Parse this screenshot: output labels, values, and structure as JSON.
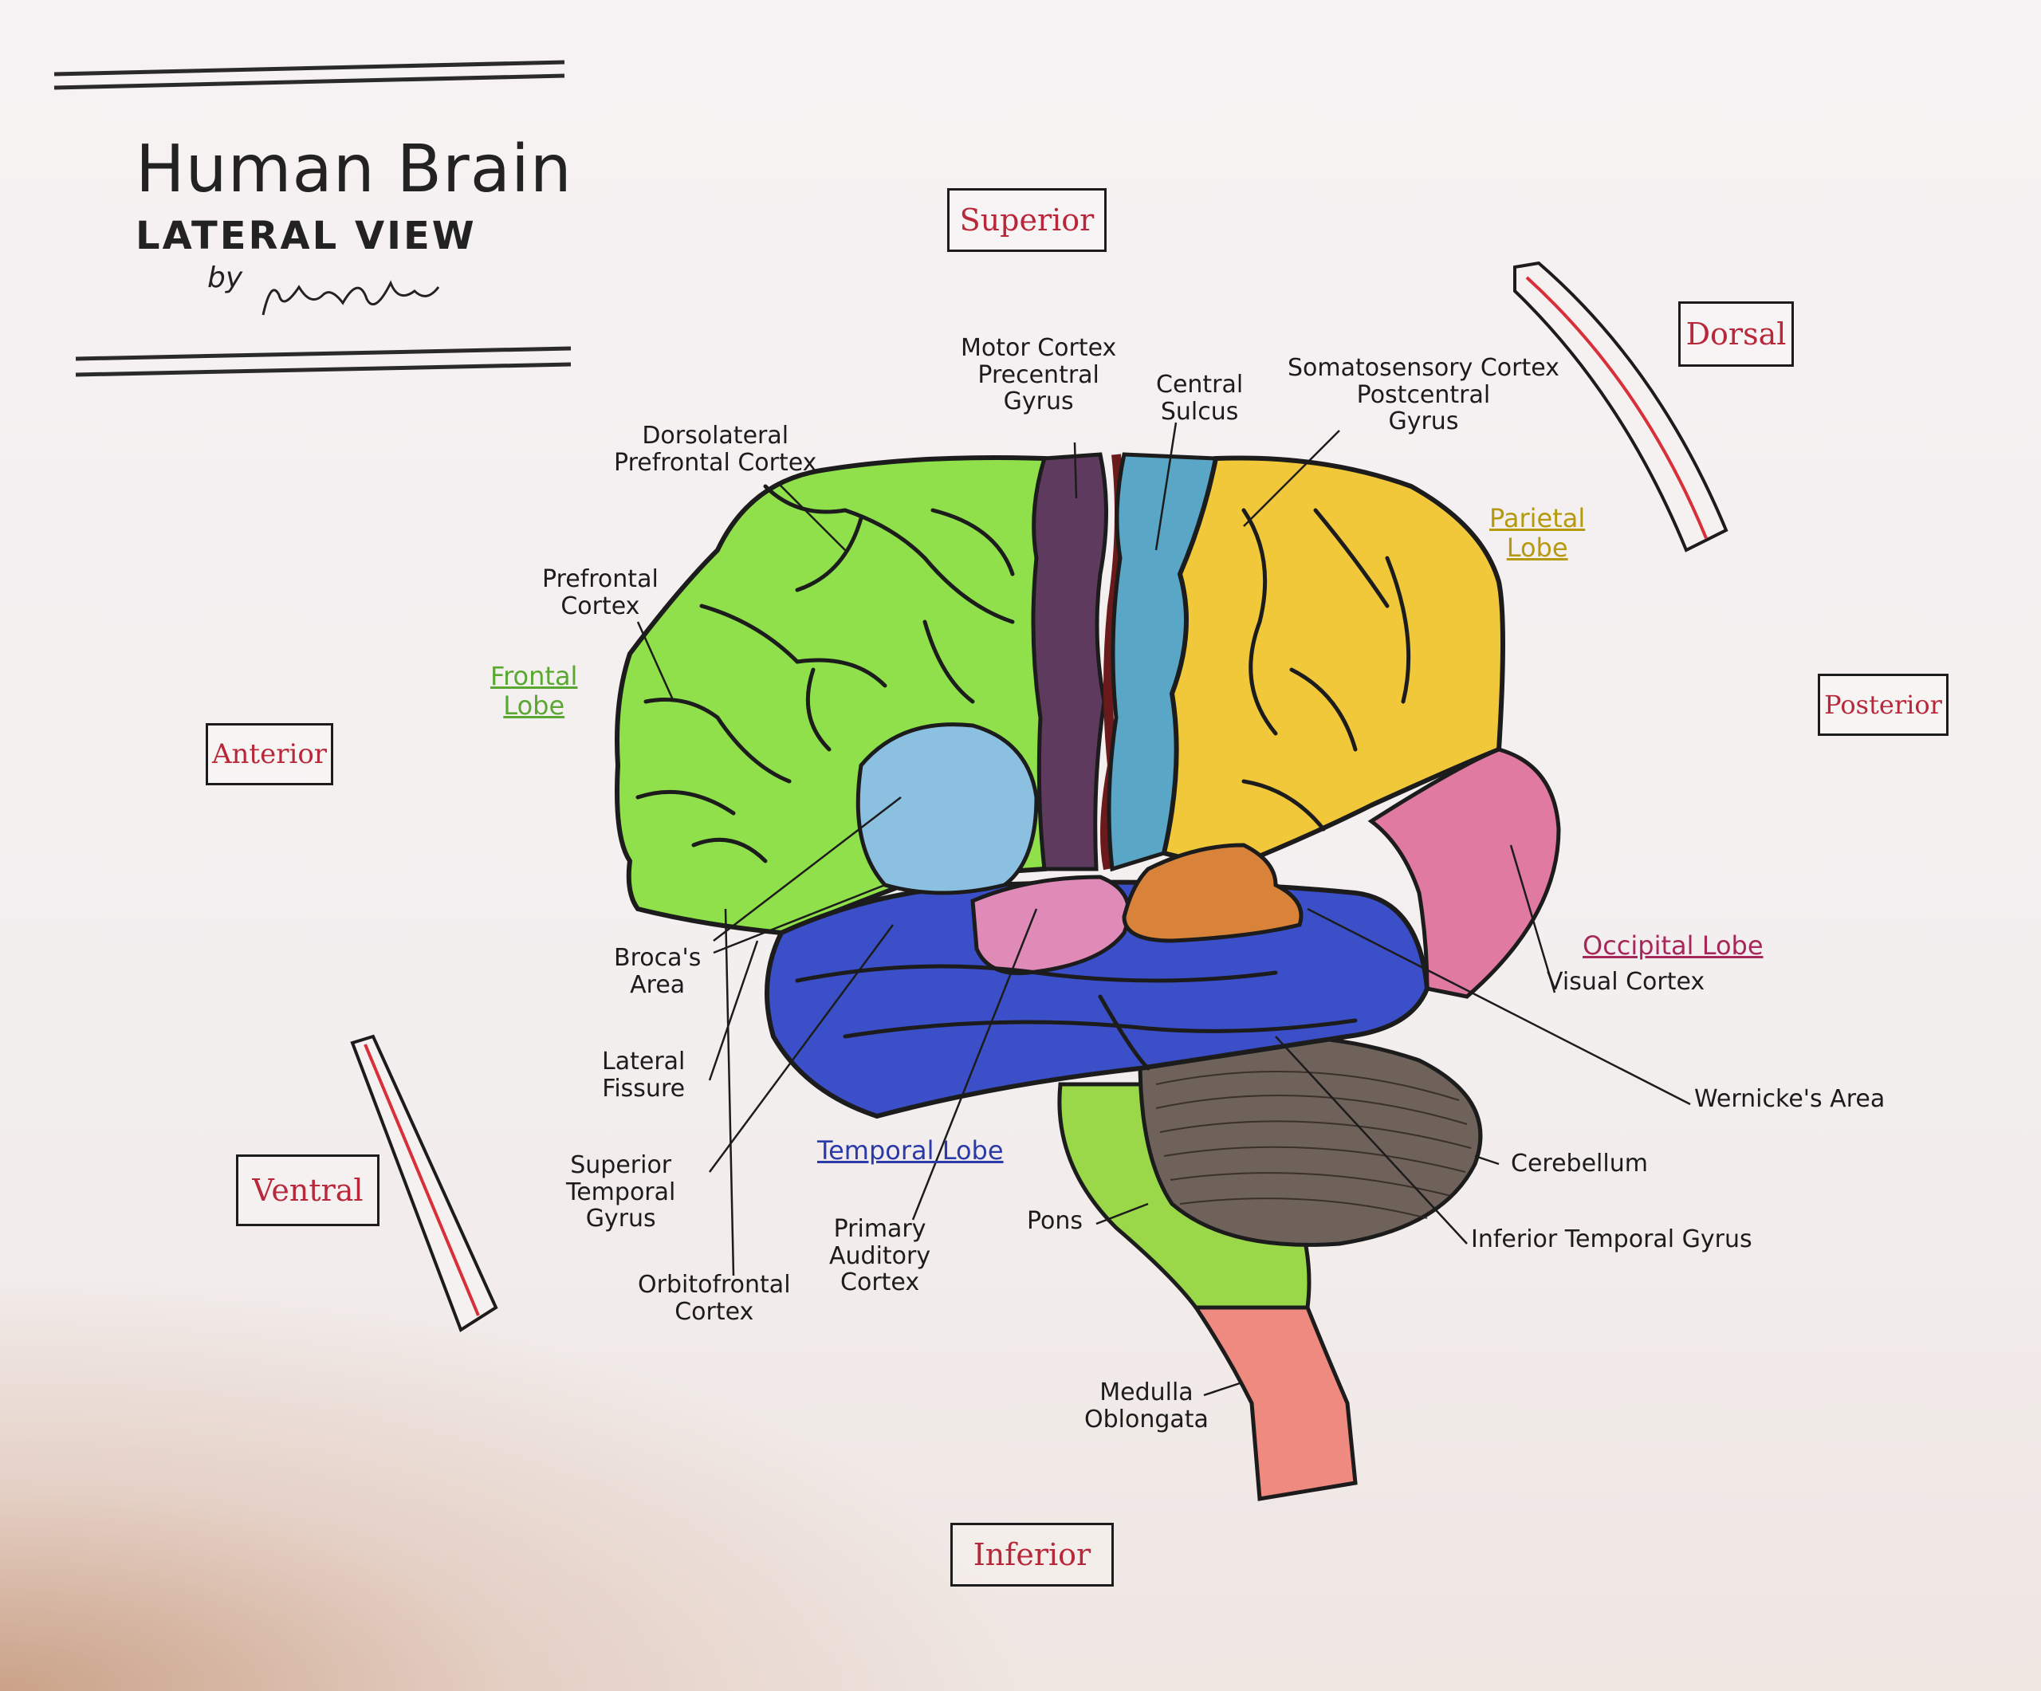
{
  "title": {
    "main": "Human Brain",
    "sub": "LATERAL VIEW",
    "byline": "by"
  },
  "directions": {
    "superior": "Superior",
    "inferior": "Inferior",
    "anterior": "Anterior",
    "posterior": "Posterior",
    "dorsal": "Dorsal",
    "ventral": "Ventral"
  },
  "lobes": {
    "frontal": [
      "Frontal",
      "Lobe"
    ],
    "parietal": [
      "Parietal",
      "Lobe"
    ],
    "occipital": "Occipital Lobe",
    "temporal": "Temporal Lobe"
  },
  "labels": {
    "motor_cortex": [
      "Motor Cortex",
      "Precentral",
      "Gyrus"
    ],
    "central_sulcus": [
      "Central",
      "Sulcus"
    ],
    "somatosensory": [
      "Somatosensory Cortex",
      "Postcentral",
      "Gyrus"
    ],
    "dorsolateral": [
      "Dorsolateral",
      "Prefrontal Cortex"
    ],
    "prefrontal": [
      "Prefrontal",
      "Cortex"
    ],
    "brocas": [
      "Broca's",
      "Area"
    ],
    "lateral_fissure": [
      "Lateral",
      "Fissure"
    ],
    "superior_temporal": [
      "Superior",
      "Temporal",
      "Gyrus"
    ],
    "orbitofrontal": [
      "Orbitofrontal",
      "Cortex"
    ],
    "primary_auditory": [
      "Primary",
      "Auditory",
      "Cortex"
    ],
    "pons": "Pons",
    "medulla": [
      "Medulla",
      "Oblongata"
    ],
    "visual_cortex": "Visual Cortex",
    "wernickes": "Wernicke's Area",
    "cerebellum": "Cerebellum",
    "inferior_temporal": "Inferior Temporal Gyrus"
  },
  "colors": {
    "frontal": "#8fe04a",
    "motor": "#5e3a5e",
    "somatosensory": "#5aa6c6",
    "parietal": "#f0c83a",
    "occipital": "#e07aa0",
    "temporal": "#3b4fc8",
    "brocas": "#8cc0e0",
    "wernickes": "#d9823a",
    "auditory": "#e08ab8",
    "cerebellum": "#6e625a",
    "brainstem": "#9ad84a",
    "medulla": "#ee8a80",
    "direction_text": "#b8283a",
    "frontal_text": "#5aa832",
    "parietal_text": "#b59a10",
    "occipital_text": "#a6285a",
    "temporal_text": "#2a3aa8"
  }
}
